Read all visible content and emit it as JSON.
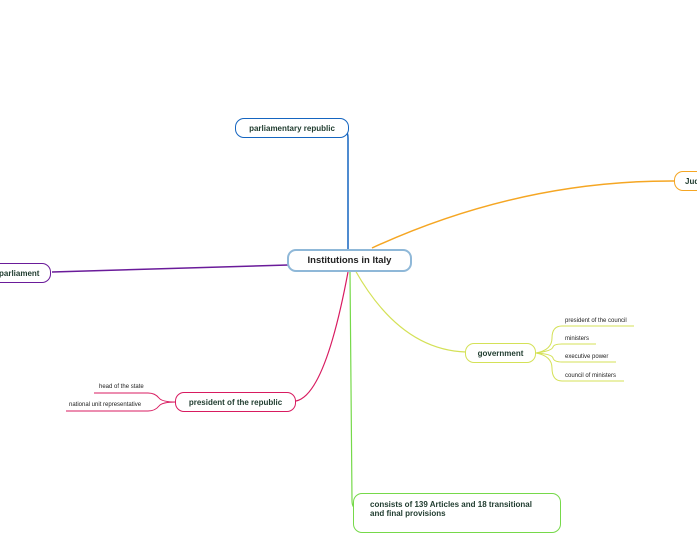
{
  "center": {
    "label": "Institutions in Italy"
  },
  "nodes": {
    "parliamentary_republic": {
      "label": "parliamentary republic",
      "color": "#1565c0"
    },
    "judiciary": {
      "label": "Jud",
      "color": "#f5a623"
    },
    "parliament": {
      "label": "parliament",
      "color": "#6a1b9a"
    },
    "government": {
      "label": "government",
      "color": "#d4e157"
    },
    "president": {
      "label": "president of the republic",
      "color": "#d81b60"
    },
    "constitution": {
      "label": "consists of 139 Articles and 18 transitional and final provisions",
      "color": "#76d94a"
    }
  },
  "government_children": [
    "president of the council",
    "ministers",
    "executive power",
    "council of ministers"
  ],
  "president_children": [
    "head of the state",
    "national unit representative"
  ]
}
